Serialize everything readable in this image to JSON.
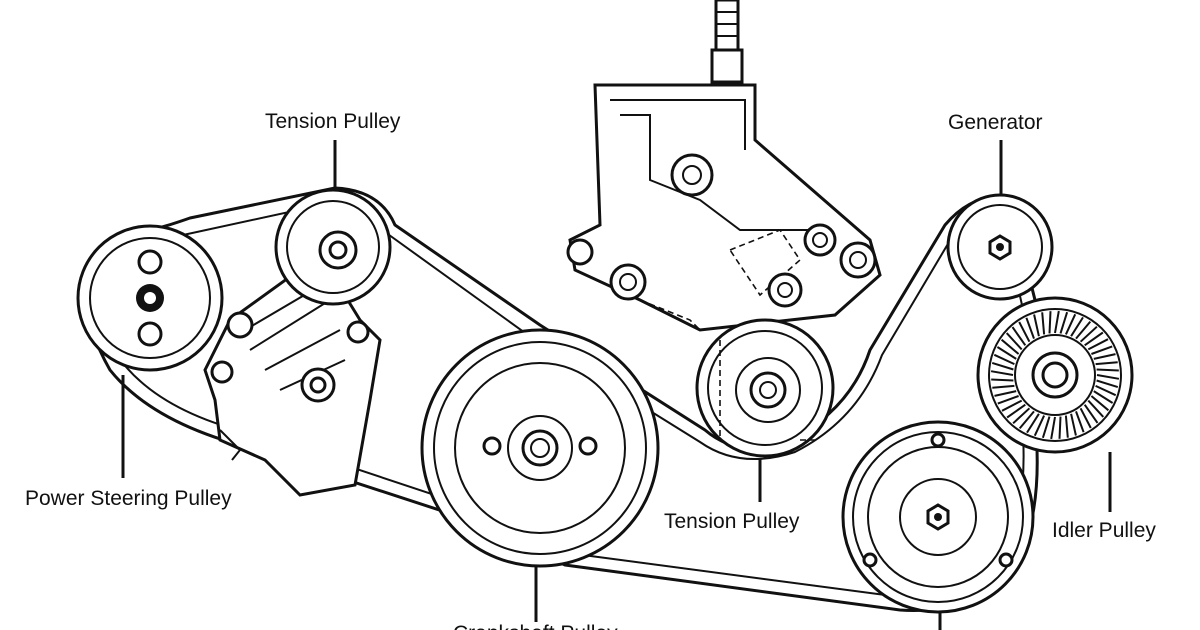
{
  "labels": {
    "tension_pulley_top": "Tension Pulley",
    "generator": "Generator",
    "power_steering_pulley": "Power Steering Pulley",
    "tension_pulley_bottom": "Tension Pulley",
    "idler_pulley": "Idler Pulley",
    "crankshaft_pulley": "Crankshaft Pulley"
  },
  "icons": {
    "pulley": "pulley-icon",
    "belt": "belt-icon",
    "bracket": "bracket-icon"
  }
}
